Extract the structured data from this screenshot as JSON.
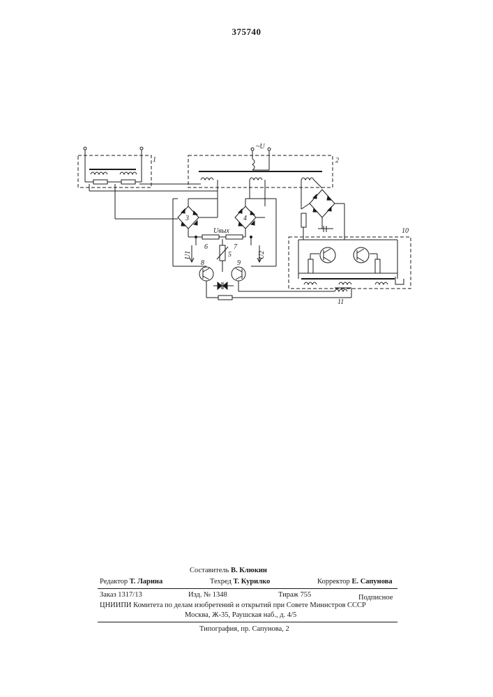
{
  "patent_number": "375740",
  "schematic": {
    "labels": {
      "block1": "1",
      "block2": "2",
      "bridge3": "3",
      "bridge4": "4",
      "res5": "5",
      "res6": "6",
      "res7": "7",
      "trans8": "8",
      "trans9": "9",
      "block10": "10",
      "block11": "11",
      "supply": "~U",
      "u_out": "Uвых",
      "u1": "U1",
      "u2": "U2"
    }
  },
  "imprint": {
    "compiler_label": "Составитель",
    "compiler_name": "В. Клюкин",
    "editor_label": "Редактор",
    "editor_name": "Т. Ларина",
    "techeditor_label": "Техред",
    "techeditor_name": "Т. Курилко",
    "corrector_label": "Корректор",
    "corrector_name": "Е. Сапунова",
    "order": "Заказ 1317/13",
    "edition": "Изд. № 1348",
    "print_run": "Тираж 755",
    "subscription": "Подписное",
    "institute": "ЦНИИПИ Комитета по делам изобретений и открытий при Совете Министров СССР",
    "address": "Москва, Ж-35, Раушская наб., д. 4/5",
    "printing_house": "Типография, пр. Сапунова, 2"
  }
}
